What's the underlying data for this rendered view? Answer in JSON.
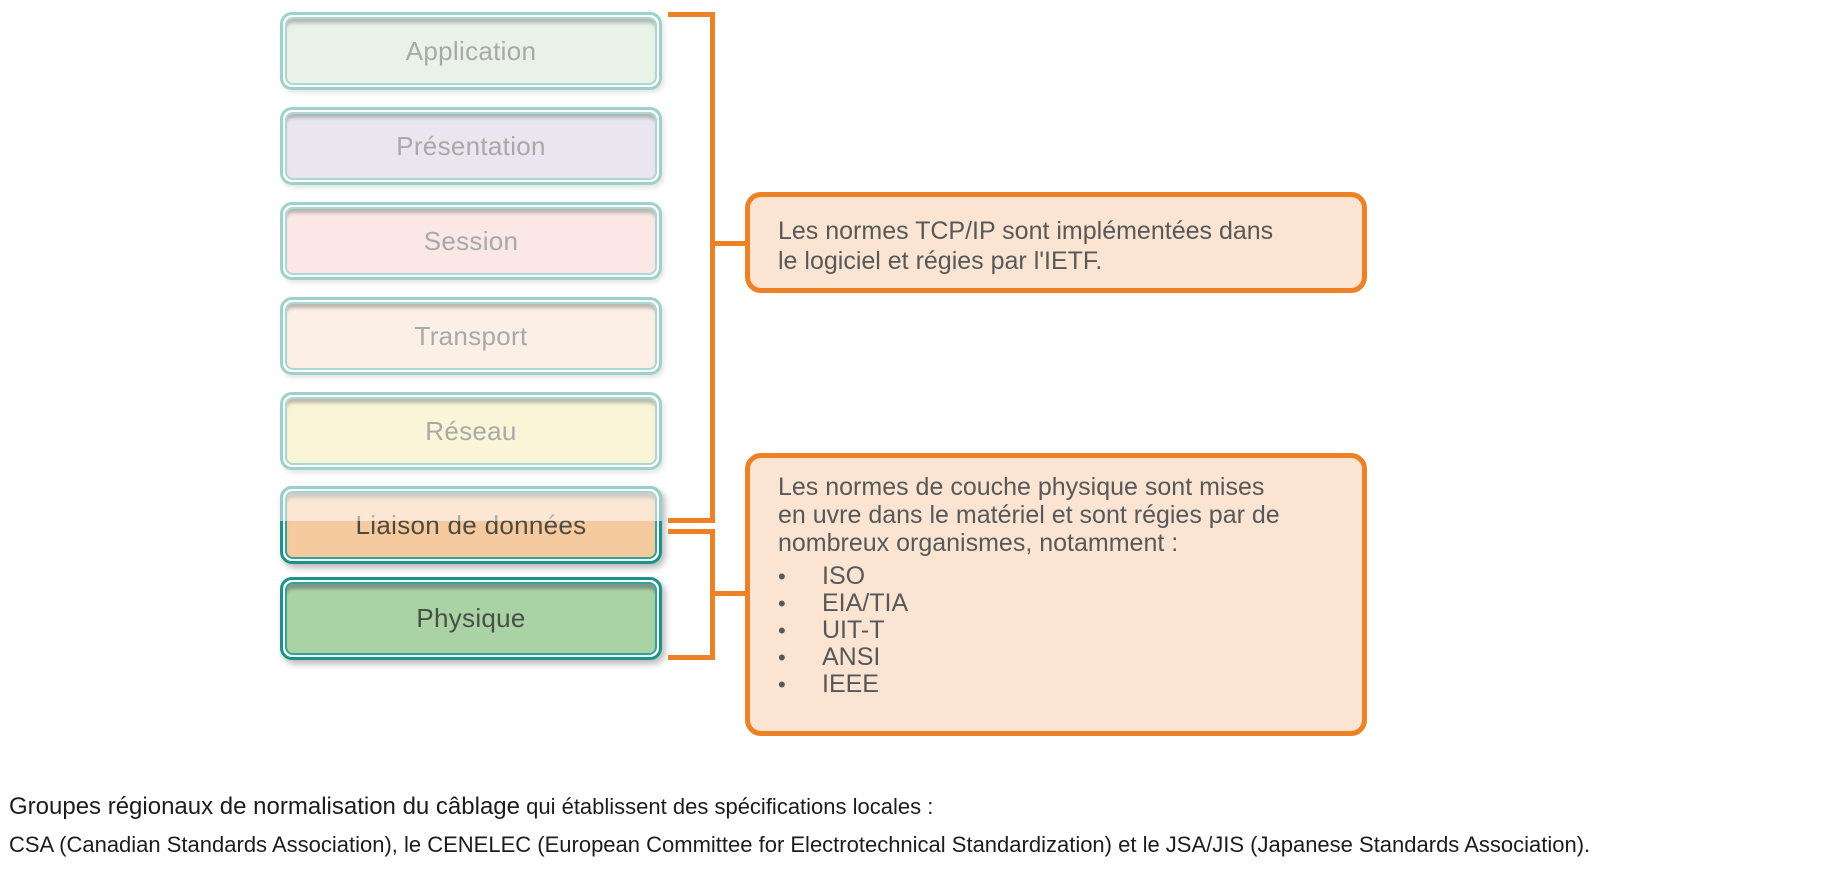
{
  "colors": {
    "orange": "#EE8125",
    "teal-light": "#9ED1CB",
    "teal-light-inner": "#ABD8D2",
    "teal-dark": "#1E918A",
    "teal-dark-inner": "#2FA49C",
    "callout-fill": "#FBE5D2"
  },
  "layers": [
    {
      "label": "Application",
      "fill": "#E8F2E6",
      "state": "faded"
    },
    {
      "label": "Présentation",
      "fill": "#E9E6F0",
      "state": "faded"
    },
    {
      "label": "Session",
      "fill": "#FBE7E5",
      "state": "faded"
    },
    {
      "label": "Transport",
      "fill": "#FCEFE5",
      "state": "faded"
    },
    {
      "label": "Réseau",
      "fill": "#FBF5D8",
      "state": "faded"
    },
    {
      "label": "Liaison de données",
      "fill": "#F5CA9F",
      "state": "half-faded"
    },
    {
      "label": "Physique",
      "fill": "#A9D3A4",
      "state": "solid"
    }
  ],
  "callouts": [
    {
      "lines": [
        "Les normes TCP/IP sont implémentées dans",
        "le logiciel et régies par l'IETF."
      ],
      "bullets": []
    },
    {
      "lines": [
        "Les normes de couche physique sont mises",
        "en uvre dans le matériel et sont régies par de",
        "nombreux organismes, notamment :"
      ],
      "bullets": [
        "ISO",
        "EIA/TIA",
        "UIT-T",
        "ANSI",
        "IEEE"
      ],
      "bullet_glyph": "•"
    }
  ],
  "footer": {
    "line1_a": "Groupes régionaux de normalisation du câblage",
    "line1_b": " qui établissent des spécifications locales :",
    "line2": "CSA (Canadian Standards Association), le CENELEC (European Committee for Electrotechnical Standardization) et le JSA/JIS (Japanese Standards Association)."
  }
}
